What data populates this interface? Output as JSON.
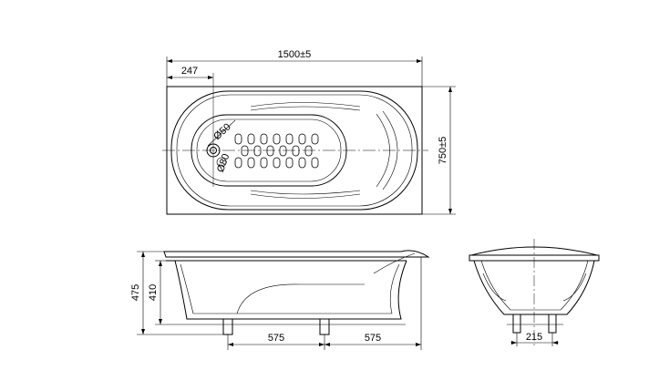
{
  "top_view": {
    "length_label": "1500±5",
    "width_label": "750±5",
    "drain_offset_label": "247",
    "drain_diameter_label": "Ø50",
    "overflow_diameter_label": "Ø80"
  },
  "side_view": {
    "total_height_label": "475",
    "basin_height_label": "410",
    "leg_spacing_left_label": "575",
    "leg_spacing_right_label": "575"
  },
  "end_view": {
    "leg_spacing_label": "215"
  }
}
